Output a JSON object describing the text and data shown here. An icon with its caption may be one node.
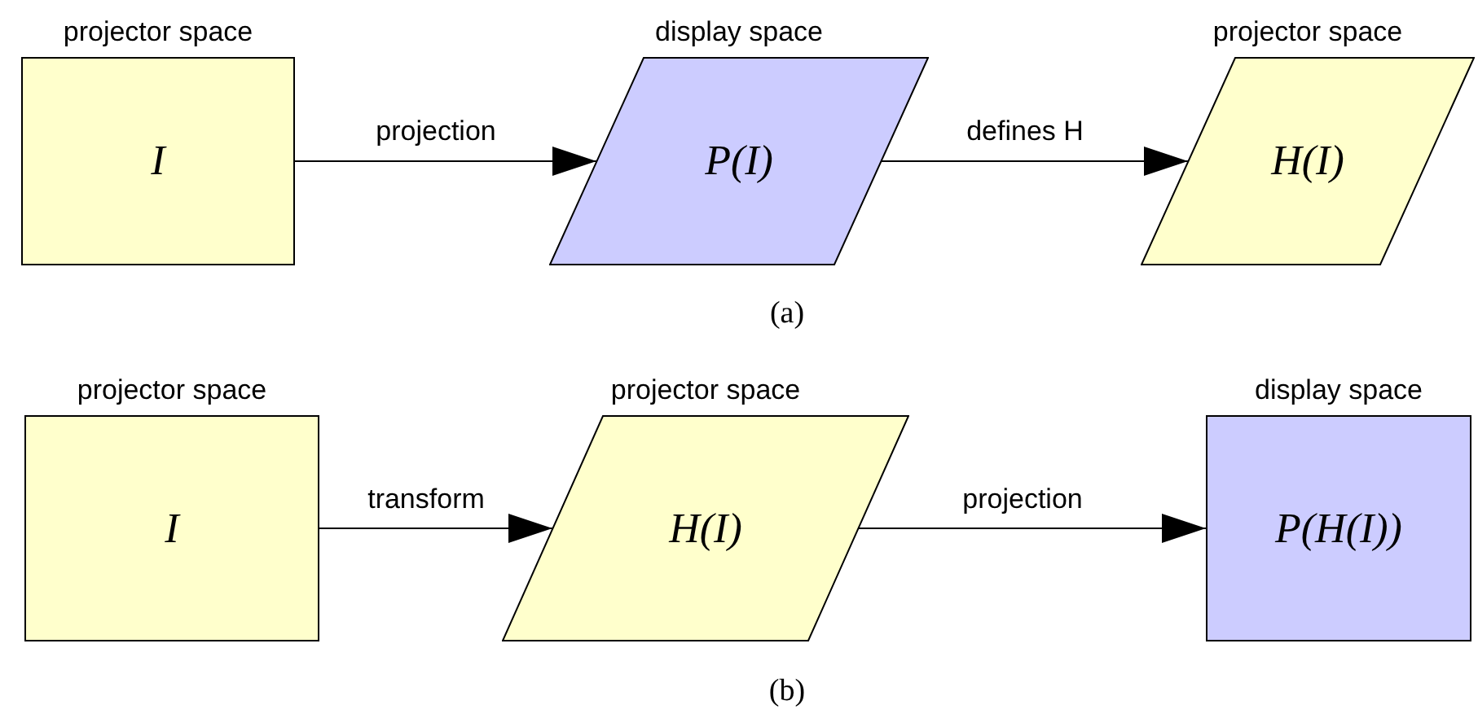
{
  "diagram": {
    "nodes": [
      {
        "text": [
          "projector space",
          "I"
        ]
      },
      {
        "text": [
          "display space",
          "P(I)"
        ]
      },
      {
        "text": [
          "projector space",
          "H(I)"
        ]
      },
      {
        "text": [
          "projector space",
          "I"
        ]
      },
      {
        "text": [
          "projector space",
          "H(I)"
        ]
      },
      {
        "text": [
          "display space",
          "P(H(I))"
        ]
      }
    ],
    "edges": [
      {
        "from": 0,
        "to": 1,
        "arrow": "to",
        "label": "projection"
      },
      {
        "from": 1,
        "to": 2,
        "arrow": "to",
        "label": "defines H"
      },
      {
        "from": 3,
        "to": 4,
        "arrow": "to",
        "label": "transform"
      },
      {
        "from": 4,
        "to": 5,
        "arrow": "to",
        "label": "projection"
      }
    ],
    "labels": [
      "(a)",
      "(b)"
    ]
  }
}
